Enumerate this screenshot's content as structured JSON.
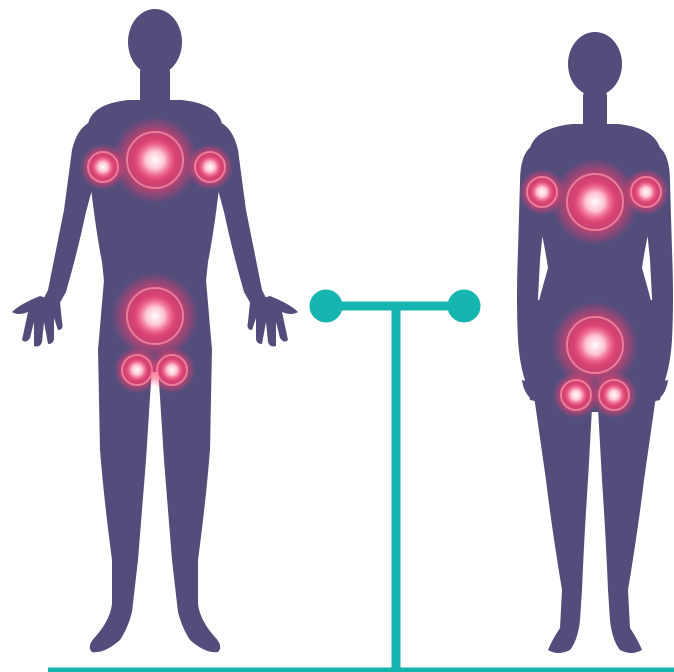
{
  "scene": {
    "figures": [
      "male-silhouette",
      "female-silhouette"
    ],
    "marker_icon": "glowing-pain-point-icon",
    "connector_icon": "t-shaped-scale-connector",
    "colors": {
      "background": "#ffffff",
      "silhouette": "#534d7c",
      "glow_outer": "#ff3d6e",
      "glow_core": "#ffffff",
      "connector": "#16b5b0"
    }
  }
}
